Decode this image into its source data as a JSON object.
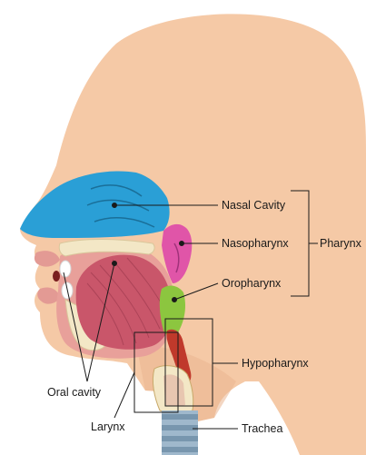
{
  "labels": {
    "nasal_cavity": "Nasal Cavity",
    "nasopharynx": "Nasopharynx",
    "pharynx": "Pharynx",
    "oropharynx": "Oropharynx",
    "hypopharynx": "Hypopharynx",
    "oral_cavity": "Oral cavity",
    "larynx": "Larynx",
    "trachea": "Trachea"
  },
  "colors": {
    "skin": "#f5c9a6",
    "skin_shadow": "#eab48f",
    "nasal_cavity": "#2a9fd6",
    "nasopharynx": "#e055a8",
    "oropharynx": "#8cc63f",
    "tongue": "#c9566a",
    "oral_interior": "#e8a09a",
    "airway": "#c0392b",
    "bone": "#f3e7c6",
    "trachea_ring": "#9fb8cc",
    "line": "#1a1a1a"
  }
}
